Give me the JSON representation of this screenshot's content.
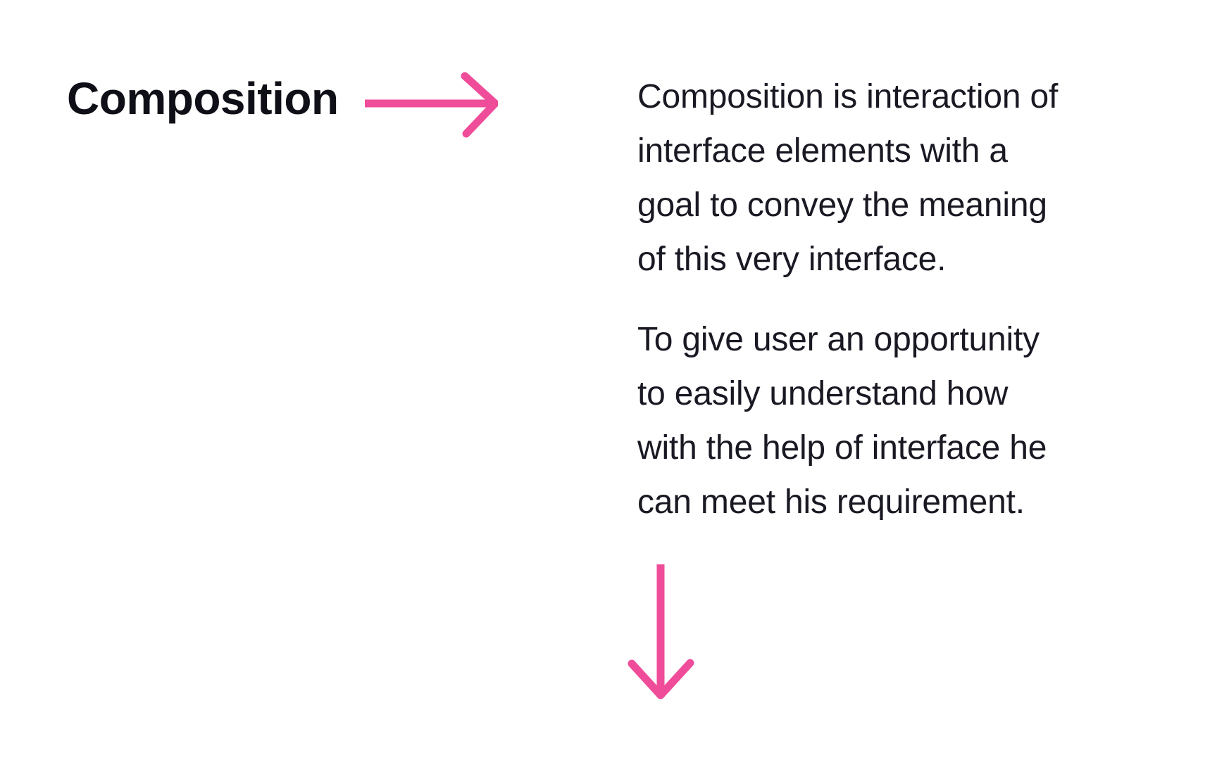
{
  "heading": {
    "title": "Composition"
  },
  "description": {
    "paragraph_1": [
      "Composition is interaction of",
      "interface elements with a",
      "goal to convey the meaning",
      "of this very interface."
    ],
    "paragraph_2": [
      "To give user an opportunity",
      "to easily understand how",
      "with the help of interface he",
      "can meet his requirement."
    ]
  },
  "icons": {
    "right_arrow": "arrow-right-icon",
    "down_arrow": "arrow-down-icon"
  },
  "colors": {
    "page_bg": "#ffffff",
    "accent_pink": "#ef4d9a",
    "heading_text": "#0f0f17",
    "body_text": "#191923"
  }
}
